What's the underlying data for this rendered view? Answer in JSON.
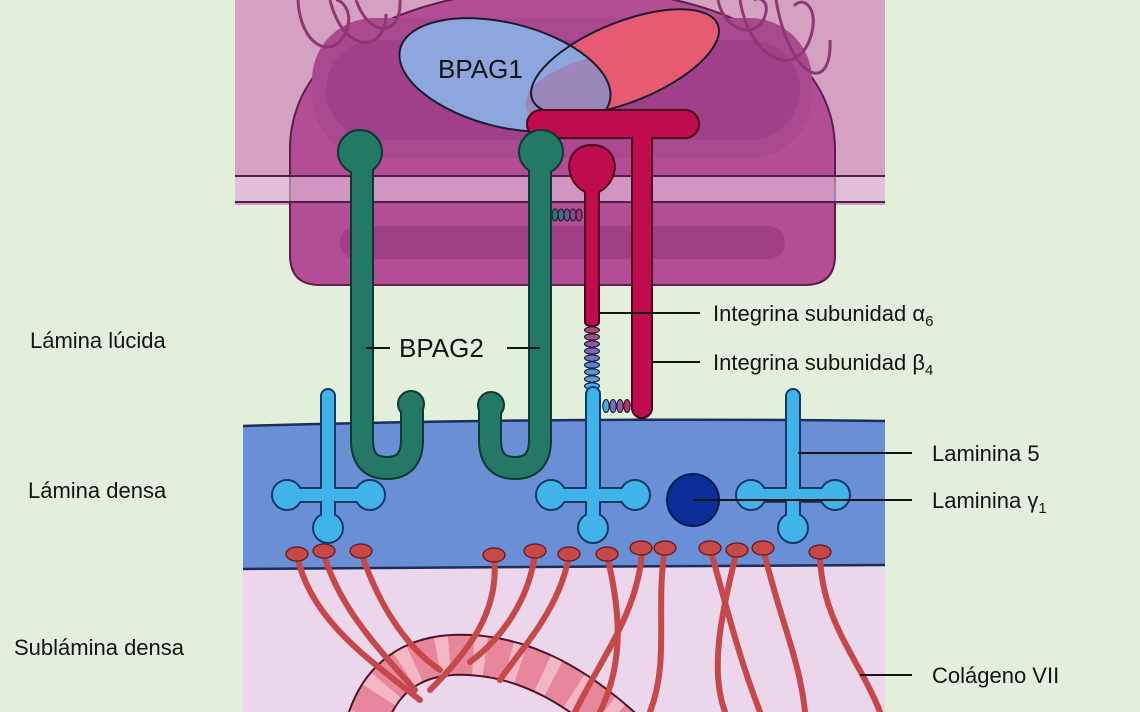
{
  "labels": {
    "lamina_lucida": "Lámina lúcida",
    "lamina_densa": "Lámina densa",
    "sublamina_densa": "Sublámina densa",
    "bpag1": "BPAG1",
    "bpag2": "BPAG2",
    "integrina_a6": {
      "text": "Integrina subunidad α",
      "sub": "6"
    },
    "integrina_b4": {
      "text": "Integrina subunidad β",
      "sub": "4"
    },
    "laminina_5": "Laminina 5",
    "laminina_g1": {
      "text": "Laminina γ",
      "sub": "1"
    },
    "colageno_vii": "Colágeno VII"
  },
  "colors": {
    "background": "#e2efda",
    "cell": "#d4a1c3",
    "plaque": "#b34d95",
    "bpag1": "#8da7de",
    "bpag1_partner": "#e85a72",
    "integrin": "#c10b4f",
    "bpag2": "#237866",
    "laminin_5": "#40b4ea",
    "laminin_g1": "#0b2d99",
    "lamina_densa": "#6b8fd6",
    "sublamina_densa": "#ebd6eb",
    "collagen_vii": "#c64848",
    "collagen_fibril": "#e8879c"
  }
}
